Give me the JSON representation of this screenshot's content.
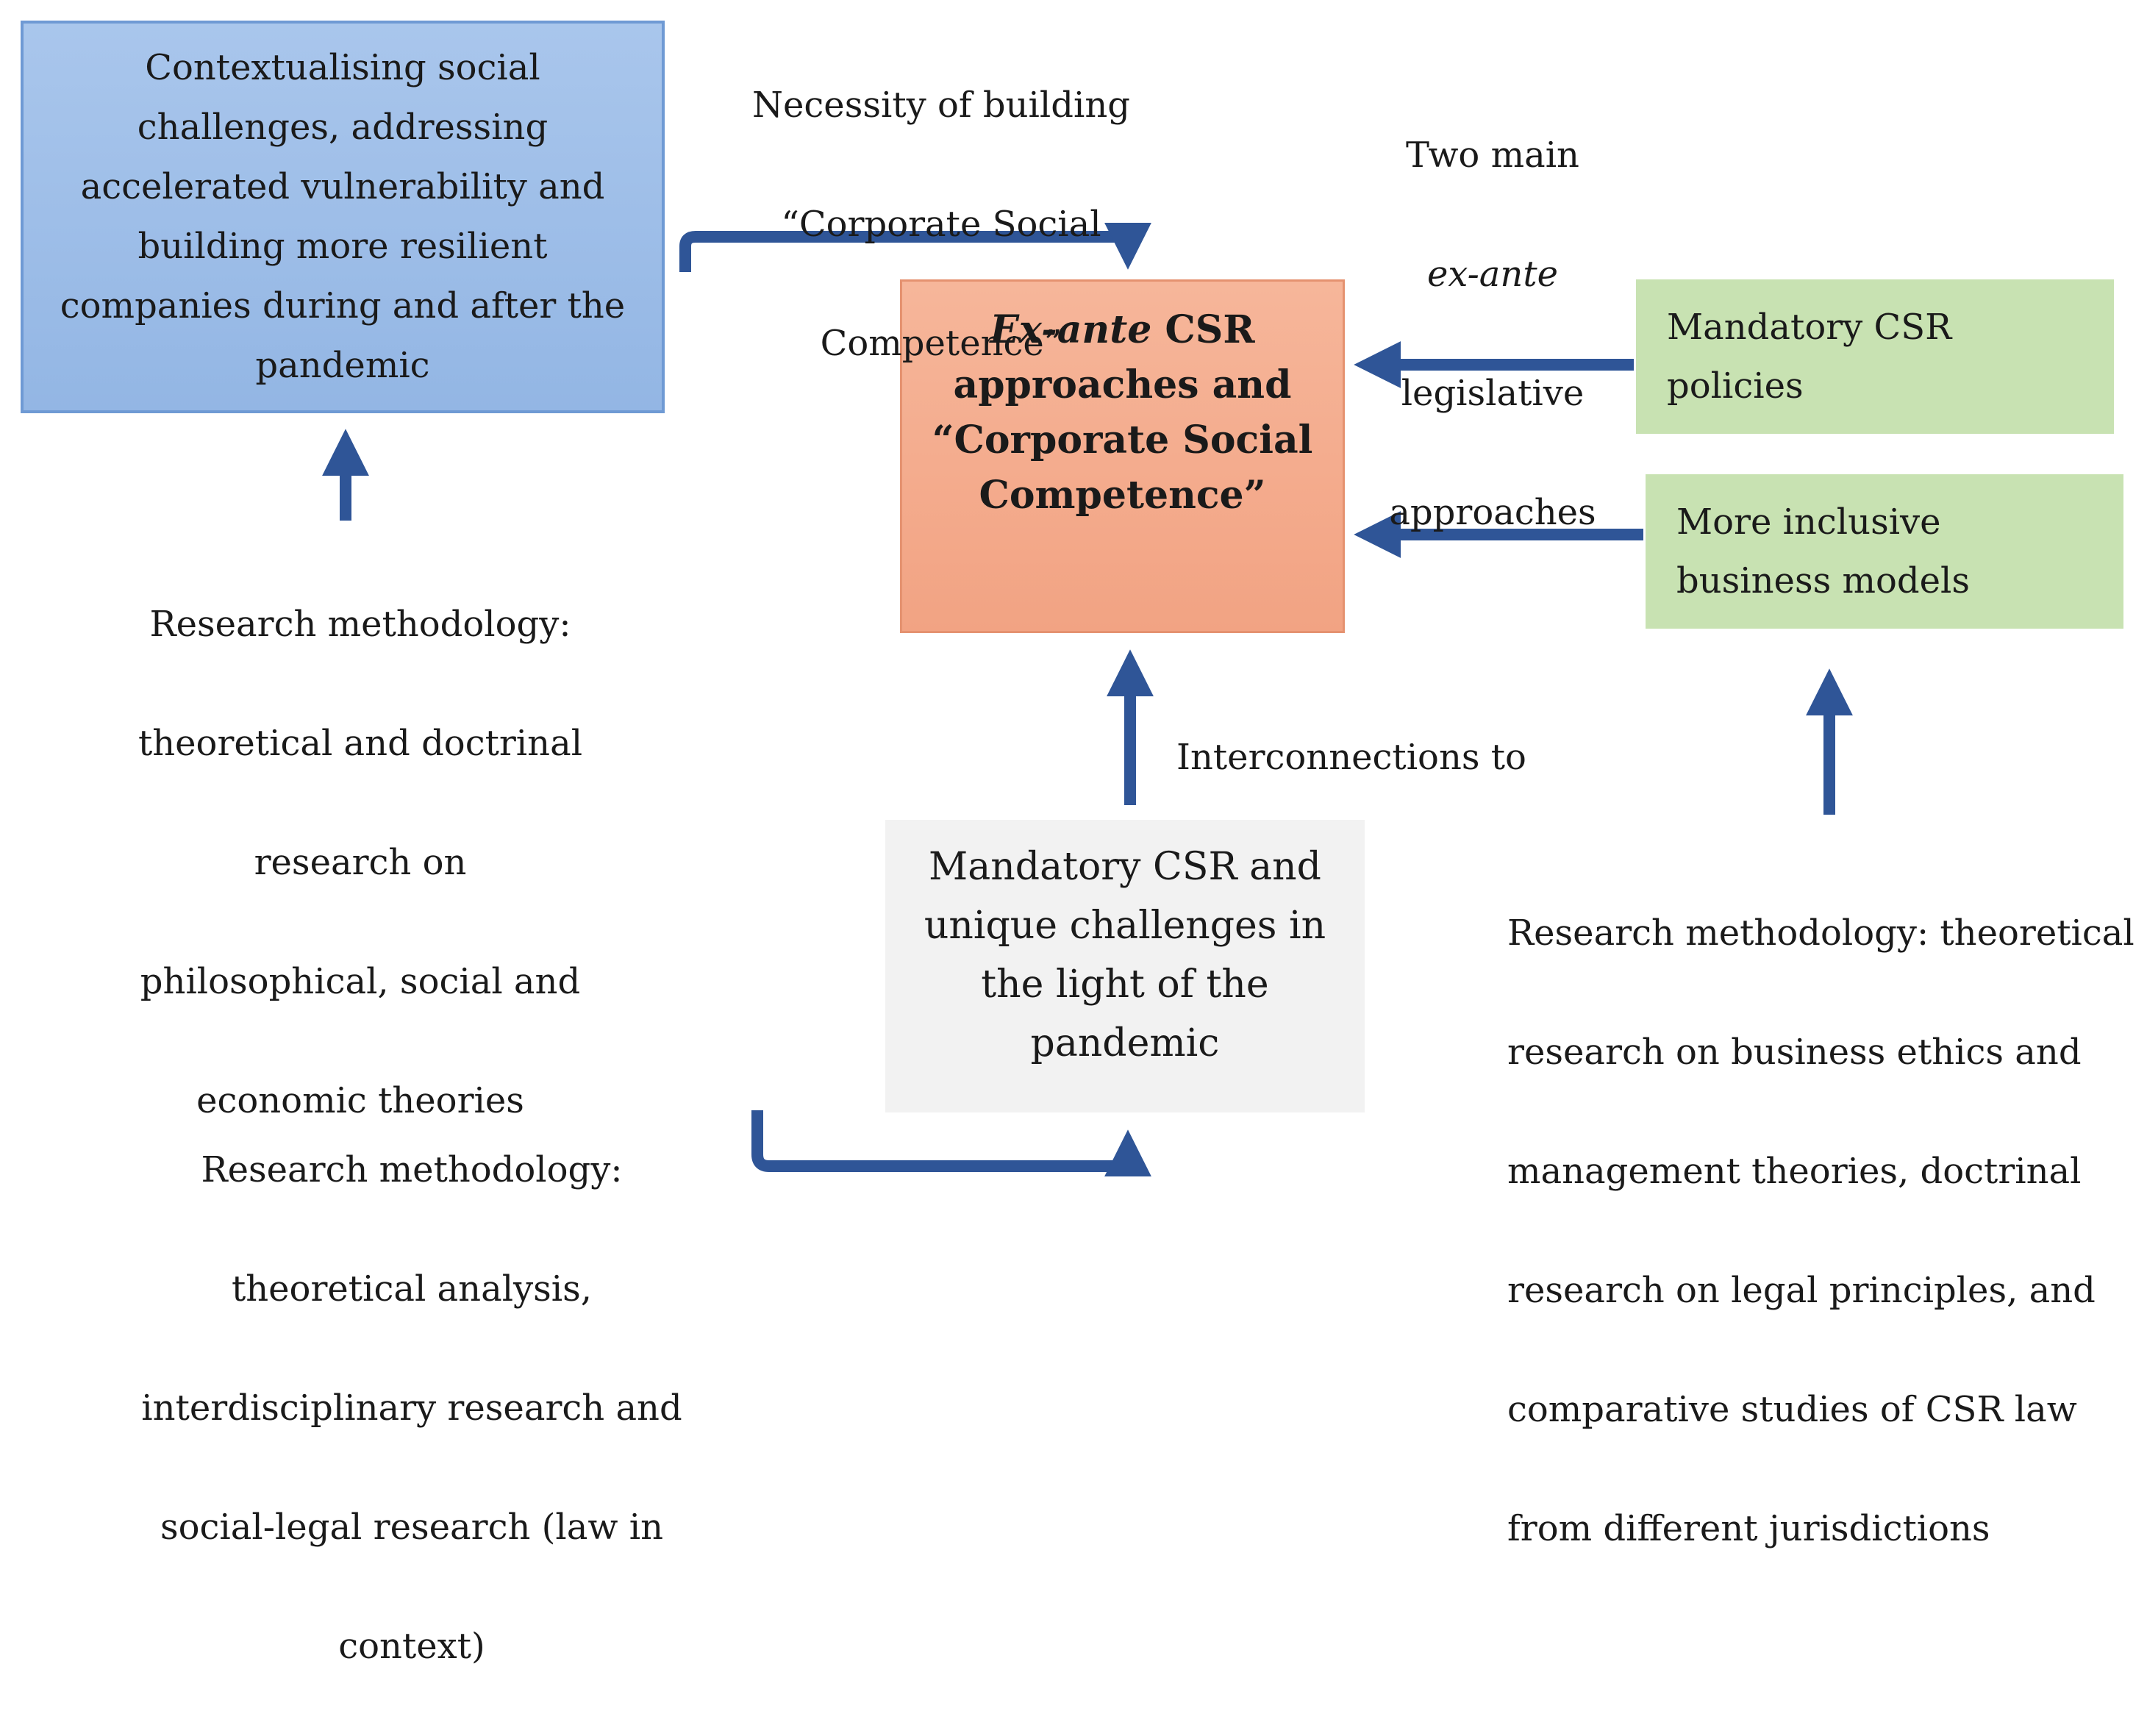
{
  "colors": {
    "blue_box": "#a3c1ea",
    "orange_box": "#f4ad8e",
    "green_box": "#c8e2b2",
    "grey_box": "#f2f2f2",
    "arrow": "#2f5597"
  },
  "boxes": {
    "context": {
      "lines": [
        "Contextualising social",
        "challenges, addressing",
        "accelerated vulnerability and",
        "building more resilient",
        "companies during and after the",
        "pandemic"
      ]
    },
    "central": {
      "line1_italic": "Ex-ante",
      "line1_rest": " CSR",
      "line2": "approaches and",
      "line3": "“Corporate Social",
      "line4": "Competence”"
    },
    "mandatory_policies": {
      "lines": [
        "Mandatory CSR",
        "policies"
      ]
    },
    "inclusive_models": {
      "lines": [
        "More inclusive",
        "business models"
      ]
    },
    "mandatory_challenges": {
      "lines": [
        "Mandatory CSR and",
        "unique challenges in",
        "the light of the",
        "pandemic"
      ]
    }
  },
  "labels": {
    "necessity": {
      "lines": [
        "Necessity of building",
        "“Corporate Social",
        "Competence”"
      ]
    },
    "two_main": {
      "line1": "Two main",
      "line2_italic": "ex-ante",
      "line3": "legislative",
      "line4": "approaches"
    },
    "interconnections": "Interconnections to",
    "research_1": {
      "lines": [
        "Research methodology:",
        "theoretical and doctrinal",
        "research on",
        "philosophical, social and",
        "economic theories"
      ]
    },
    "research_2": {
      "lines": [
        "Research methodology:",
        "theoretical analysis,",
        "interdisciplinary research and",
        "social-legal research (law in",
        "context)"
      ]
    },
    "research_3": {
      "lines": [
        "Research methodology: theoretical",
        "research on business ethics and",
        "management theories, doctrinal",
        "research on legal principles, and",
        "comparative studies of CSR law",
        "from different jurisdictions"
      ]
    }
  }
}
